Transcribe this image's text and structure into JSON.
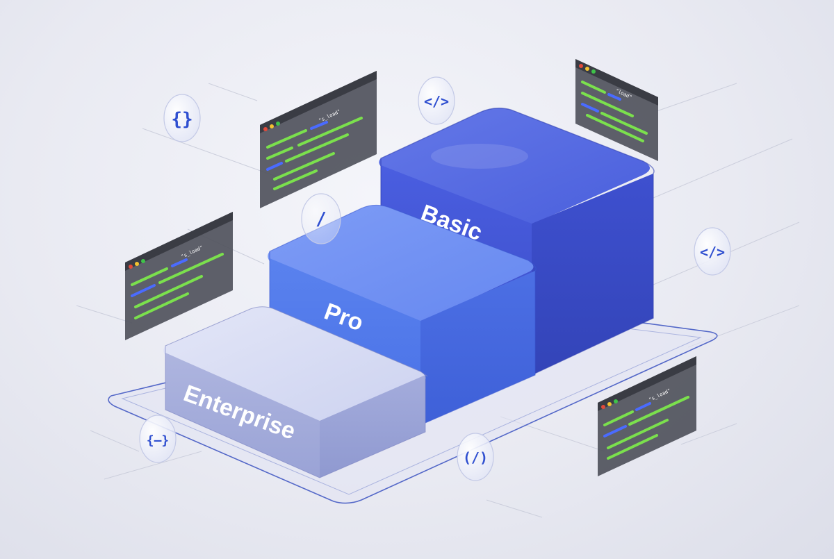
{
  "tiers": [
    {
      "label": "Basic",
      "color": "#4357d6"
    },
    {
      "label": "Pro",
      "color": "#4f74e8"
    },
    {
      "label": "Enterprise",
      "color": "#b9bfe4"
    }
  ],
  "code_badges": [
    {
      "glyph": "{}",
      "icon": "curly-braces-icon"
    },
    {
      "glyph": "</>",
      "icon": "code-tag-icon"
    },
    {
      "glyph": "/",
      "icon": "slash-icon"
    },
    {
      "glyph": "</>",
      "icon": "code-tag-icon"
    },
    {
      "glyph": "{–}",
      "icon": "braces-dash-icon"
    },
    {
      "glyph": "(/)",
      "icon": "parens-slash-icon"
    }
  ],
  "code_window_tokens": [
    "\"s_load\"",
    "\"load\""
  ],
  "colors": {
    "code_green": "#7be04d",
    "code_blue": "#4a6bff",
    "window_bg": "#50535c",
    "window_bar": "#3a3c44",
    "badge_blue": "#2f4fd0",
    "platform_outline": "#5468c8"
  }
}
